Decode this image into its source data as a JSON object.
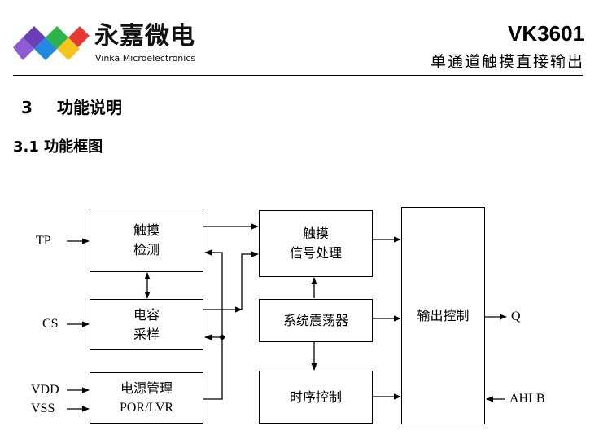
{
  "header": {
    "brand_cn": "永嘉微电",
    "brand_en": "Vinka Microelectronics",
    "model": "VK3601",
    "subtitle": "单通道触摸直接输出",
    "logo_colors": [
      "#6a3fb5",
      "#1f8be0",
      "#2eb24a",
      "#e53935",
      "#f7c31d"
    ]
  },
  "section": {
    "number": "3",
    "title": "功能说明"
  },
  "subsection": {
    "title": "3.1 功能框图"
  },
  "diagram": {
    "blocks": {
      "touch_detect": {
        "line1": "触摸",
        "line2": "检测"
      },
      "cap_sample": {
        "line1": "电容",
        "line2": "采样"
      },
      "power_mgmt": {
        "line1": "电源管理",
        "line2": "POR/LVR"
      },
      "signal_proc": {
        "line1": "触摸",
        "line2": "信号处理"
      },
      "oscillator": {
        "line1": "系统震荡器"
      },
      "timing_ctrl": {
        "line1": "时序控制"
      },
      "output_ctrl": {
        "line1": "输出控制"
      }
    },
    "pins": {
      "tp": "TP",
      "cs": "CS",
      "vdd": "VDD",
      "vss": "VSS",
      "q": "Q",
      "ahlb": "AHLB"
    }
  }
}
